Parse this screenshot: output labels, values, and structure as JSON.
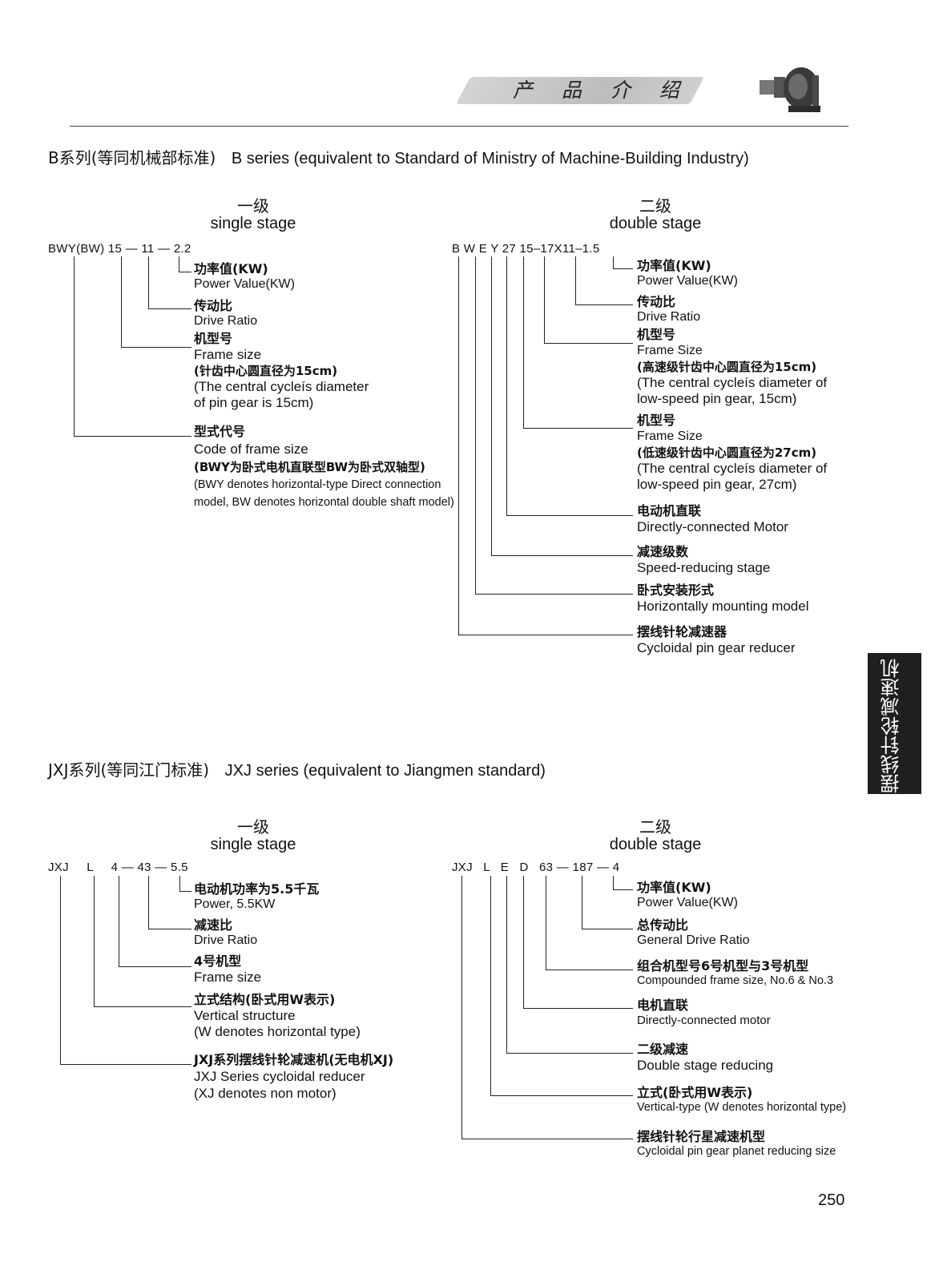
{
  "header": {
    "banner_title": "产 品 介 绍"
  },
  "sections": {
    "b": {
      "title_zh": "B系列(等同机械部标准)",
      "title_en": "B series (equivalent to Standard of Ministry of Machine-Building Industry)",
      "single": {
        "stage_zh": "一级",
        "stage_en": "single stage",
        "code": "BWY(BW)  15 — 11 — 2.2",
        "items": [
          {
            "zh": "功率值(KW)",
            "en": "Power Value(KW)"
          },
          {
            "zh": "传动比",
            "en": "Drive Ratio"
          },
          {
            "zh": "机型号",
            "en": "Frame size",
            "zh2": "(针齿中心圆直径为15cm)",
            "en2": "(The central cycleís diameter",
            "en3": "of pin gear is 15cm)"
          },
          {
            "zh": "型式代号",
            "en": "Code of frame size",
            "zh2": "(BWY为卧式电机直联型BW为卧式双轴型)",
            "en2": "(BWY denotes horizontal-type Direct connection",
            "en3": "model, BW denotes horizontal double shaft model)"
          }
        ]
      },
      "double": {
        "stage_zh": "二级",
        "stage_en": "double stage",
        "code": "B  W  E  Y  27 15–17X11–1.5",
        "items": [
          {
            "zh": "功率值(KW)",
            "en": "Power Value(KW)"
          },
          {
            "zh": "传动比",
            "en": "Drive Ratio"
          },
          {
            "zh": "机型号",
            "en": "Frame Size",
            "zh2": "(高速级针齿中心圆直径为15cm)",
            "en2": "(The central cycleís diameter of",
            "en3": "low-speed pin gear, 15cm)"
          },
          {
            "zh": "机型号",
            "en": "Frame Size",
            "zh2": "(低速级针齿中心圆直径为27cm)",
            "en2": "(The central cycleís diameter of",
            "en3": "low-speed pin gear, 27cm)"
          },
          {
            "zh": "电动机直联",
            "en": "Directly-connected Motor"
          },
          {
            "zh": "减速级数",
            "en": "Speed-reducing stage"
          },
          {
            "zh": "卧式安装形式",
            "en": "Horizontally mounting model"
          },
          {
            "zh": "摆线针轮减速器",
            "en": "Cycloidal pin gear reducer"
          }
        ]
      }
    },
    "jxj": {
      "title_zh": "JXJ系列(等同江门标准)",
      "title_en": "JXJ series (equivalent to Jiangmen standard)",
      "single": {
        "stage_zh": "一级",
        "stage_en": "single stage",
        "code": "JXJ     L     4 — 43 — 5.5",
        "items": [
          {
            "zh": "电动机功率为5.5千瓦",
            "en": "Power, 5.5KW"
          },
          {
            "zh": "减速比",
            "en": "Drive Ratio"
          },
          {
            "zh": "4号机型",
            "en": "Frame size"
          },
          {
            "zh": "立式结构(卧式用W表示)",
            "en": "Vertical structure",
            "en2": "(W denotes horizontal type)"
          },
          {
            "zh": "JXJ系列摆线针轮减速机(无电机XJ)",
            "en": "JXJ Series cycloidal reducer",
            "en2": "(XJ denotes non motor)"
          }
        ]
      },
      "double": {
        "stage_zh": "二级",
        "stage_en": "double stage",
        "code": "JXJ   L   E   D   63 — 187 — 4",
        "items": [
          {
            "zh": "功率值(KW)",
            "en": "Power Value(KW)"
          },
          {
            "zh": "总传动比",
            "en": "General Drive Ratio"
          },
          {
            "zh": "组合机型号6号机型与3号机型",
            "en": "Compounded frame size, No.6 & No.3"
          },
          {
            "zh": "电机直联",
            "en": "Directly-connected motor"
          },
          {
            "zh": "二级减速",
            "en": "Double stage reducing"
          },
          {
            "zh": "立式(卧式用W表示)",
            "en": "Vertical-type (W denotes horizontal type)"
          },
          {
            "zh": "摆线针轮行星减速机型",
            "en": "Cycloidal pin gear planet reducing size"
          }
        ]
      }
    }
  },
  "side_tab": "摆线针轮减速机",
  "page_number": "250"
}
